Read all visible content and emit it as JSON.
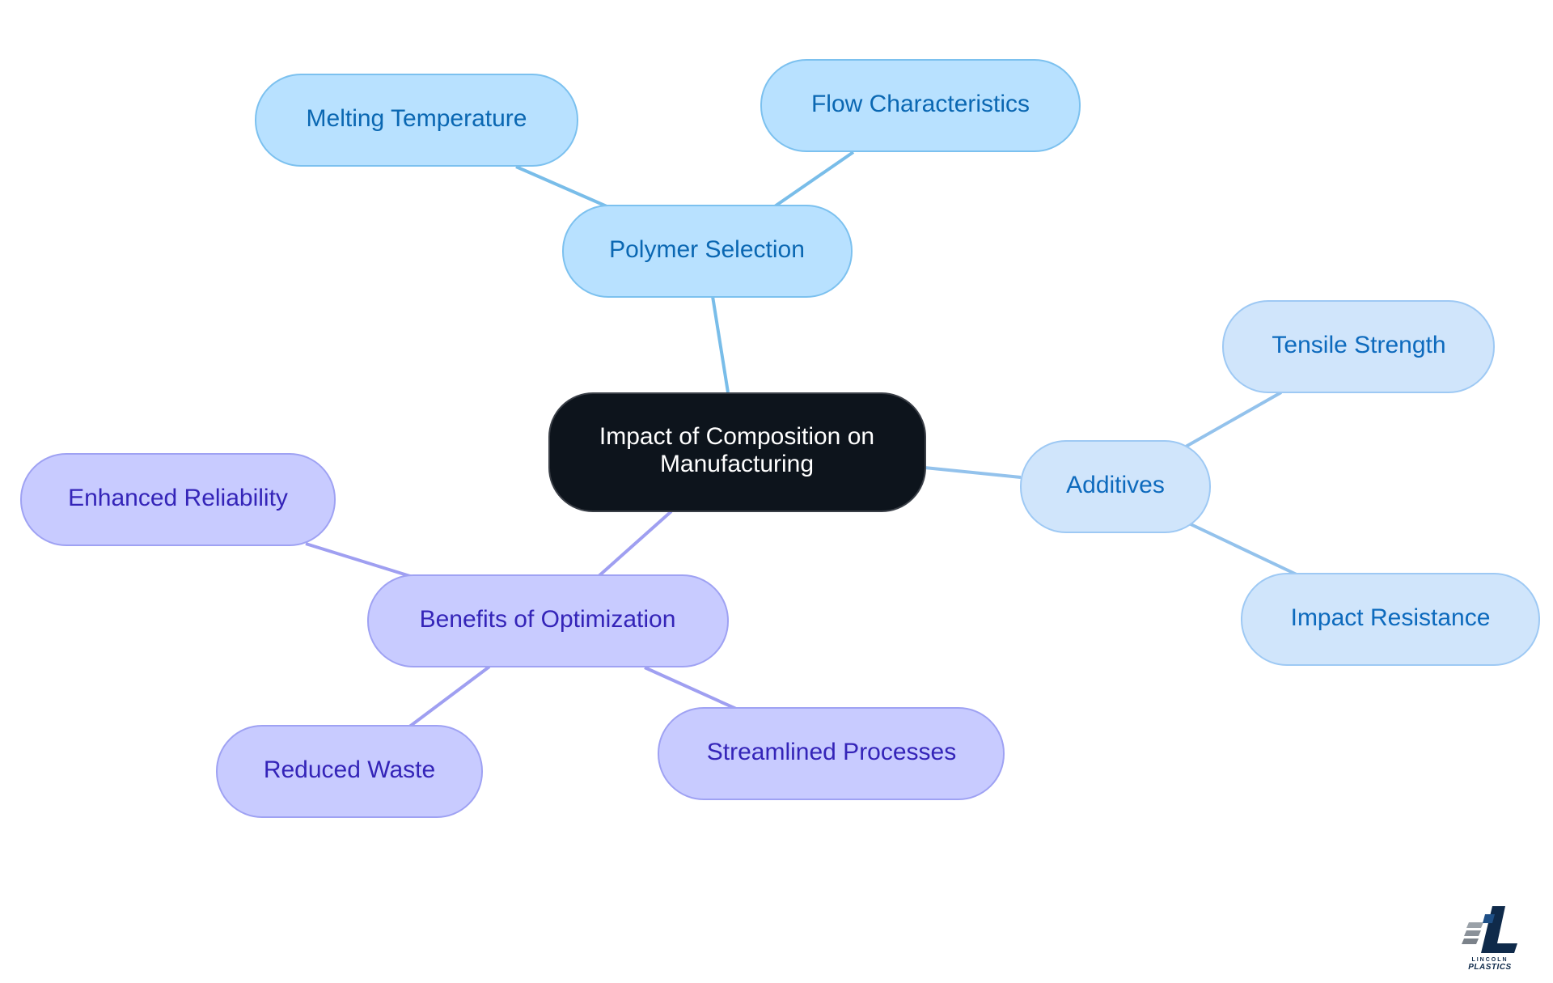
{
  "diagram": {
    "root": {
      "lines": [
        "Impact of Composition on",
        "Manufacturing"
      ],
      "fill": "#0d141c"
    },
    "branches": {
      "polymer_selection": {
        "label": "Polymer Selection",
        "children": [
          "Melting Temperature",
          "Flow Characteristics"
        ]
      },
      "additives": {
        "label": "Additives",
        "children": [
          "Tensile Strength",
          "Impact Resistance"
        ]
      },
      "benefits": {
        "label": "Benefits of Optimization",
        "children": [
          "Enhanced Reliability",
          "Reduced Waste",
          "Streamlined Processes"
        ]
      }
    },
    "colors": {
      "polymer_fill": "#b8e1ff",
      "polymer_stroke": "#7cc1ef",
      "polymer_text": "#0a67b2",
      "polymer_line": "#79bde9",
      "additives_fill": "#d0e5fb",
      "additives_stroke": "#9ec9f4",
      "additives_text": "#0d6abd",
      "additives_line": "#93c2ec",
      "benefits_fill": "#c8cbff",
      "benefits_stroke": "#9fa2f3",
      "benefits_text": "#3424b8",
      "benefits_line": "#9f9ff1",
      "root_stroke": "#3a3f47"
    }
  },
  "logo": {
    "top_text": "LINCOLN",
    "bottom_text": "PLASTICS"
  }
}
